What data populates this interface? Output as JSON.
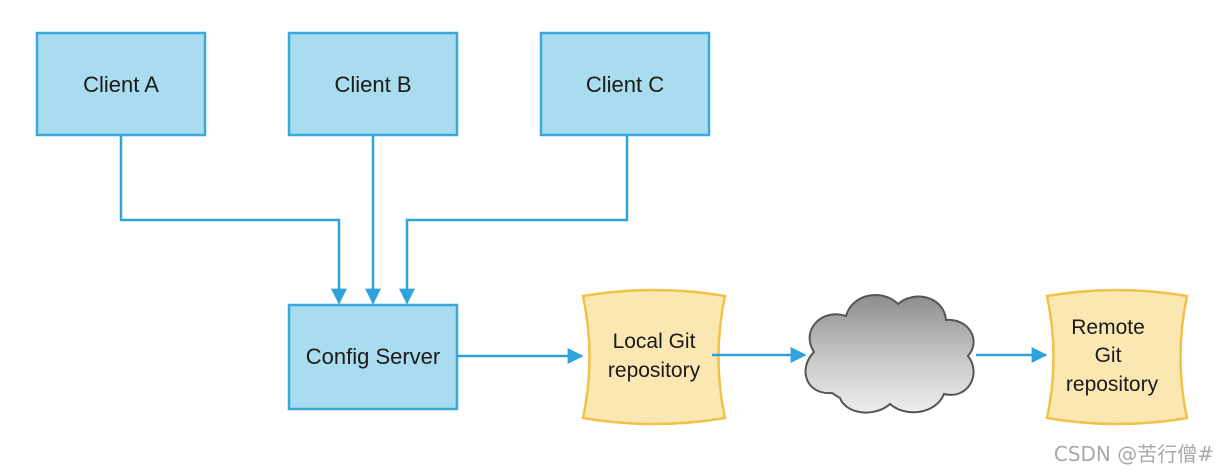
{
  "diagram": {
    "clients": [
      {
        "label": "Client A"
      },
      {
        "label": "Client B"
      },
      {
        "label": "Client C"
      }
    ],
    "server": {
      "label": "Config Server"
    },
    "local_repo": {
      "lines": [
        "Local Git",
        "repository"
      ]
    },
    "cloud": {
      "icon": "cloud-icon"
    },
    "remote_repo": {
      "lines": [
        "Remote",
        "Git",
        "repository"
      ]
    }
  },
  "colors": {
    "box_fill": "#a9dcef",
    "box_stroke": "#3aa8db",
    "line": "#2fa3dc",
    "doc_fill": "#fbe7b2",
    "doc_stroke": "#f0c24a",
    "cloud_dark": "#8d8d8d",
    "cloud_light": "#e6e6e6"
  },
  "watermark": "CSDN @苦行僧#"
}
